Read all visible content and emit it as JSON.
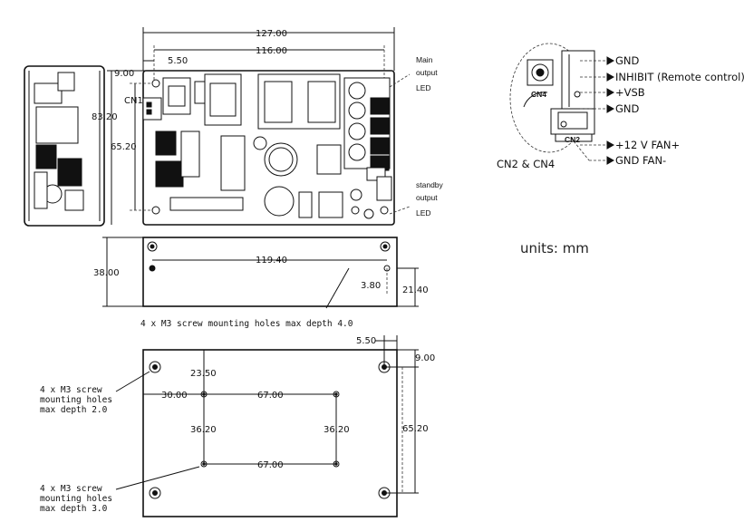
{
  "top_view": {
    "width_overall": "127.00",
    "width_holes": "116.00",
    "offset_left": "5.50",
    "offset_top": "9.00",
    "height_overall": "83.20",
    "height_holes": "65.20",
    "connector_label": "CN1",
    "main_led_label": [
      "Main",
      "output",
      "LED"
    ],
    "standby_led_label": [
      "standby",
      "output",
      "LED"
    ]
  },
  "side_view": {
    "height": "38.00",
    "hole_spacing": "119.40",
    "hole_offset": "3.80",
    "hole_height": "21.40",
    "note": "4 x M3 screw mounting holes max depth 4.0"
  },
  "bottom_view": {
    "offset_right": "5.50",
    "offset_top": "9.00",
    "height_holes": "65.20",
    "dim_23": "23.50",
    "dim_30": "30.00",
    "dim_67_top": "67.00",
    "dim_67_bottom": "67.00",
    "dim_36_left": "36.20",
    "dim_36_right": "36.20",
    "note_top": [
      "4 x M3 screw",
      "mounting holes",
      "max depth 2.0"
    ],
    "note_bottom": [
      "4 x M3 screw",
      "mounting holes",
      "max depth 3.0"
    ]
  },
  "connector_detail": {
    "cn4_label": "CN4",
    "cn2_label": "CN2",
    "caption": "CN2 & CN4",
    "pins": [
      "GND",
      "INHIBIT (Remote control)",
      "+VSB",
      "GND",
      "+12 V FAN+",
      "GND FAN-"
    ]
  },
  "units": "units: mm"
}
